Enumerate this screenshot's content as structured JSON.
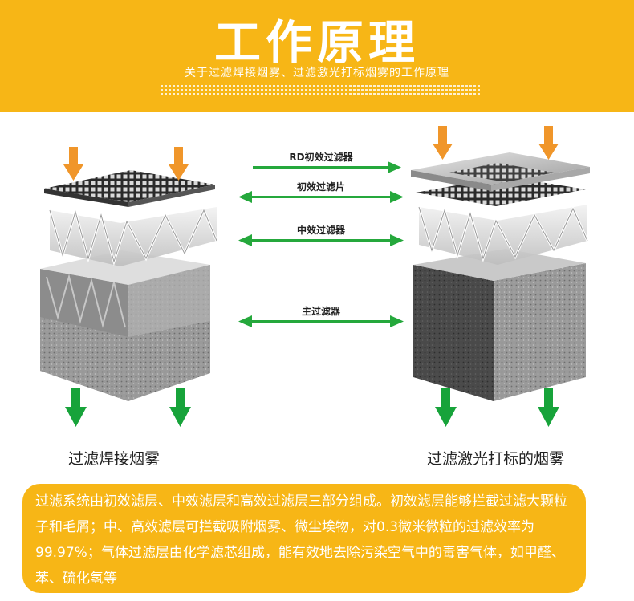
{
  "header": {
    "title": "工作原理",
    "subtitle": "关于过滤焊接烟雾、过滤激光打标烟雾的工作原理"
  },
  "arrows": {
    "rd_filter": "RD初效过滤器",
    "primary_sheet": "初效过滤片",
    "medium_filter": "中效过滤器",
    "main_filter": "主过滤器"
  },
  "labels": {
    "left": "过滤焊接烟雾",
    "right": "过滤激光打标的烟雾"
  },
  "description": "过滤系统由初效滤层、中效滤层和高效过滤层三部分组成。初效滤层能够拦截过滤大颗粒子和毛屑；中、高效滤层可拦截吸附烟雾、微尘埃物，对0.3微米微粒的过滤效率为99.97%；气体过滤层由化学滤芯组成，能有效地去除污染空气中的毒害气体，如甲醛、苯、硫化氢等",
  "colors": {
    "brand": "#f7b616",
    "inlet_arrow": "#f0962a",
    "outlet_arrow": "#17a33a",
    "connector_arrow": "#25a83c"
  }
}
